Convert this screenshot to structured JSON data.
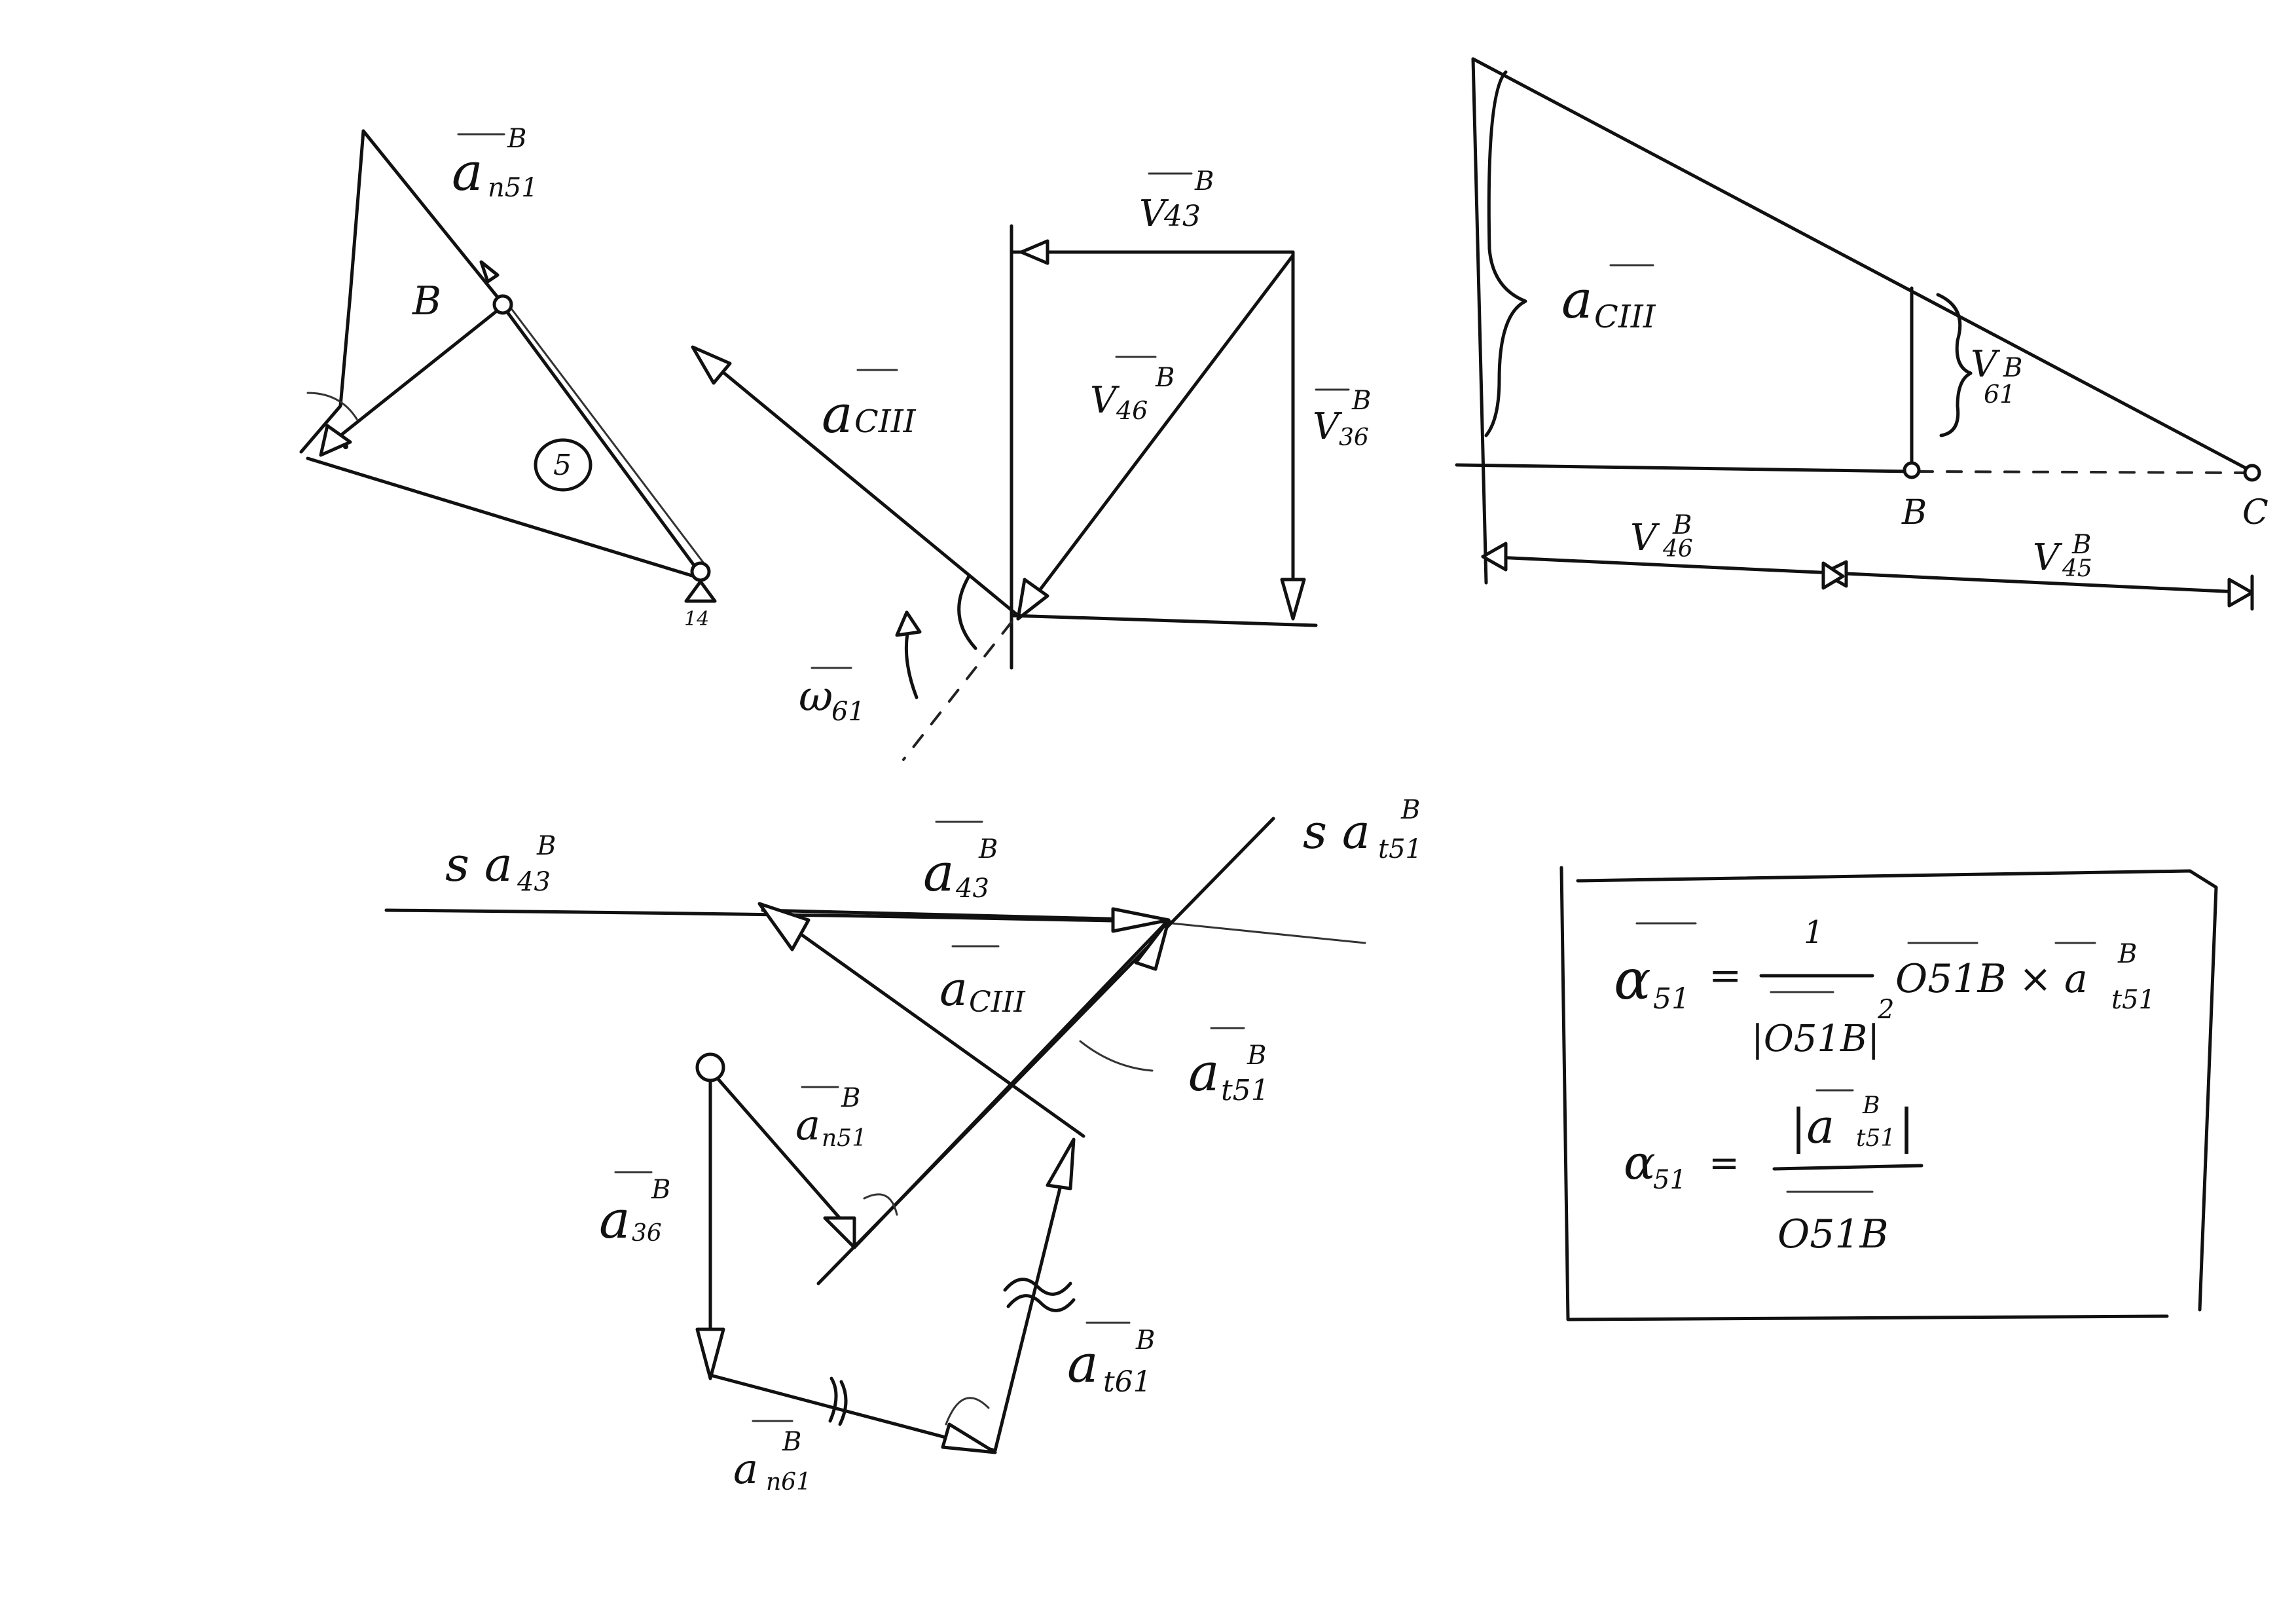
{
  "sheet": {
    "velocity_sketch": {
      "link_label": "B",
      "link_number": "5",
      "ground_label": "14",
      "a_n51": {
        "base": "a",
        "sub": "n51",
        "sup": "B"
      }
    },
    "velocity_polygon": {
      "v43": {
        "base": "V",
        "sub": "43",
        "sup": "B"
      },
      "v46": {
        "base": "V",
        "sub": "46",
        "sup": "B"
      },
      "v36": {
        "base": "V",
        "sub": "36",
        "sup": "B"
      },
      "a_c": {
        "base": "a",
        "sub": "CIII",
        "sup": ""
      },
      "w61": {
        "base": "ω",
        "sub": "61",
        "sup": ""
      }
    },
    "coriolis_scale": {
      "a_c": {
        "base": "a",
        "sub": "CIII",
        "sup": ""
      },
      "v61": {
        "base": "V",
        "sub": "61",
        "sup": "B"
      },
      "v46": {
        "base": "V",
        "sub": "46",
        "sup": "B"
      },
      "v45": {
        "base": "V",
        "sub": "45",
        "sup": "B"
      },
      "point_b": "B",
      "point_c": "C"
    },
    "acceleration_polygon": {
      "s_a43": {
        "base": "s a",
        "sub": "43",
        "sup": "B"
      },
      "s_at51": {
        "base": "s a",
        "sub": "t51",
        "sup": "B"
      },
      "a43": {
        "base": "a",
        "sub": "43",
        "sup": "B"
      },
      "a_c": {
        "base": "a",
        "sub": "CIII",
        "sup": ""
      },
      "at51": {
        "base": "a",
        "sub": "t51",
        "sup": "B"
      },
      "an51": {
        "base": "a",
        "sub": "n51",
        "sup": "B"
      },
      "a36": {
        "base": "a",
        "sub": "36",
        "sup": "B"
      },
      "an61": {
        "base": "a",
        "sub": "n61",
        "sup": "B"
      },
      "at61": {
        "base": "a",
        "sub": "t61",
        "sup": "B"
      }
    },
    "formula_box": {
      "vector_lhs": "α",
      "vector_lhs_sub": "51",
      "vector_eq": "=",
      "vector_num": "1",
      "vector_den": "|O51B|",
      "vector_den_exp": "2",
      "vector_rhs": "O51B × a",
      "vector_rhs_sub": "t51",
      "vector_rhs_sup": "B",
      "scalar_lhs": "α",
      "scalar_lhs_sub": "51",
      "scalar_eq": "=",
      "scalar_num": "|a",
      "scalar_num_sub": "t51",
      "scalar_num_sup": "B",
      "scalar_num_close": "|",
      "scalar_den": "O51B"
    },
    "colors": {
      "ink": "#111111",
      "paper": "#ffffff"
    }
  }
}
